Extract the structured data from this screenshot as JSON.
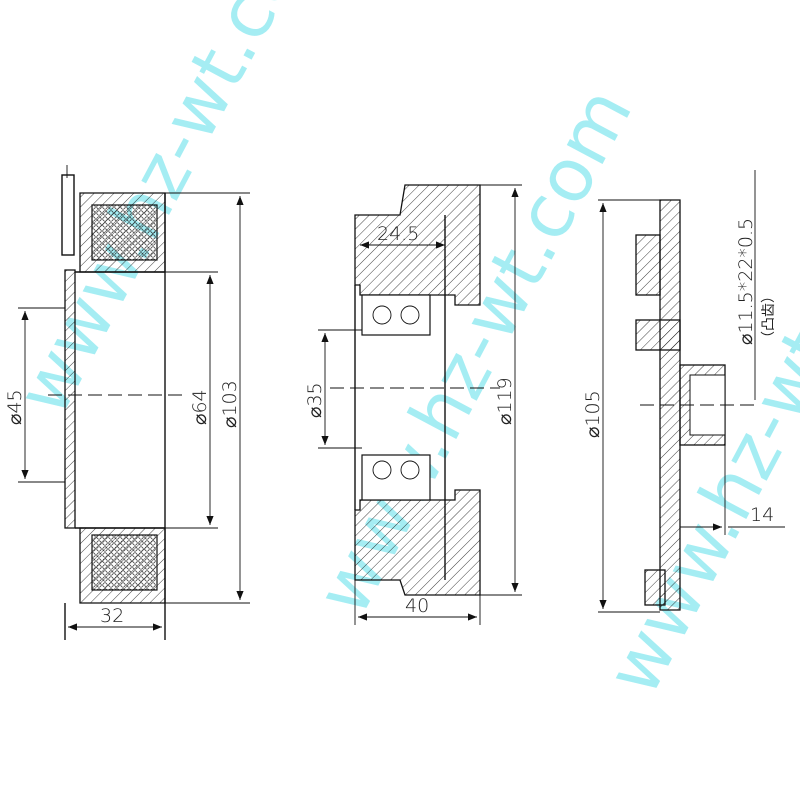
{
  "watermark": "www.hz-wt.com",
  "views": {
    "coil": {
      "dims": {
        "width": "32",
        "inner_dia": "⌀45",
        "bore_dia": "⌀64",
        "outer_dia": "⌀103"
      }
    },
    "pulley": {
      "dims": {
        "width": "40",
        "bearing_depth": "24.5",
        "bearing_dia": "⌀35",
        "outer_dia": "⌀119"
      }
    },
    "hub": {
      "dims": {
        "outer_dia": "⌀105",
        "hub_length": "14",
        "spline": "⌀11.5*22*0.5",
        "spline_note": "（凸齿）"
      }
    }
  },
  "colors": {
    "line": "#111111",
    "watermark": "#5de0ea"
  }
}
